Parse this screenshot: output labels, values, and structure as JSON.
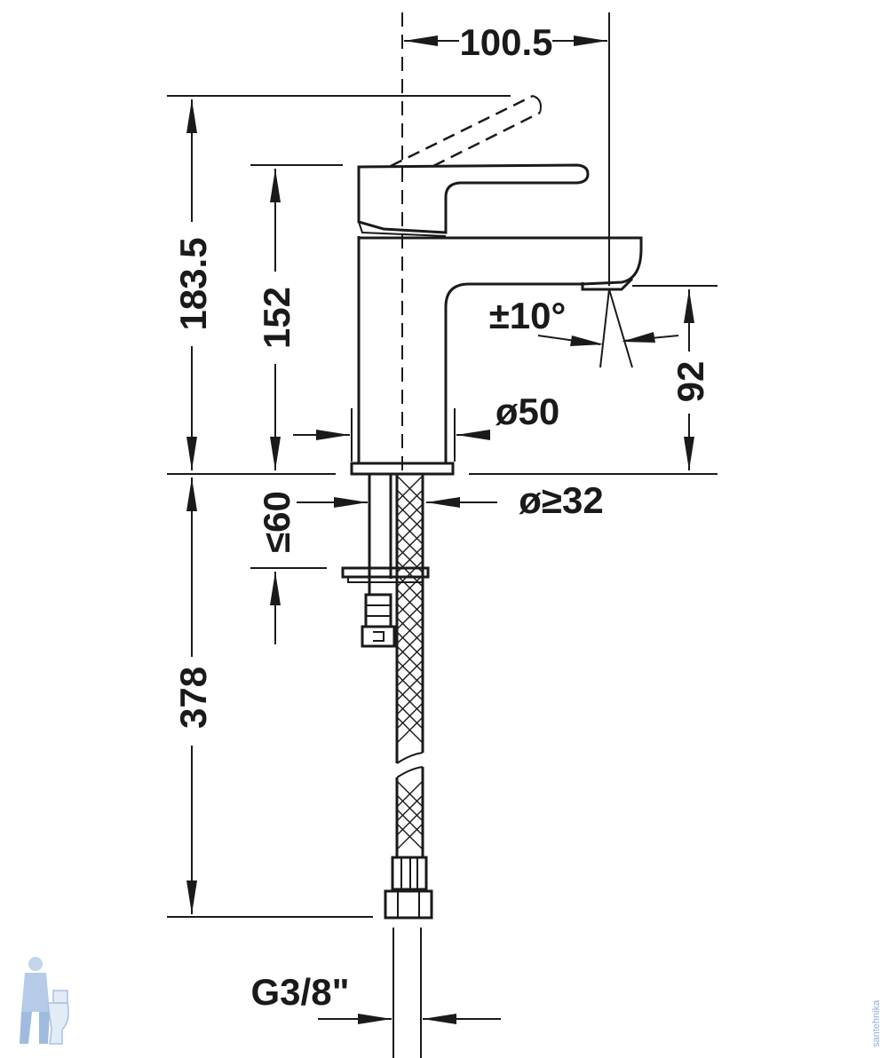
{
  "dimensions": {
    "spout_reach": "100.5",
    "total_height": "183.5",
    "body_height": "152",
    "spout_height": "92",
    "angle": "±10°",
    "base_diameter": "ø50",
    "hole_diameter": "ø≥32",
    "max_thickness": "≤60",
    "hose_length": "378",
    "thread": "G3/8\""
  },
  "watermark": {
    "logo_icon": "plumber-toilet-icon",
    "side_text": "santehnika"
  },
  "colors": {
    "line": "#1a1a1a",
    "watermark": "#8fb0d8"
  }
}
